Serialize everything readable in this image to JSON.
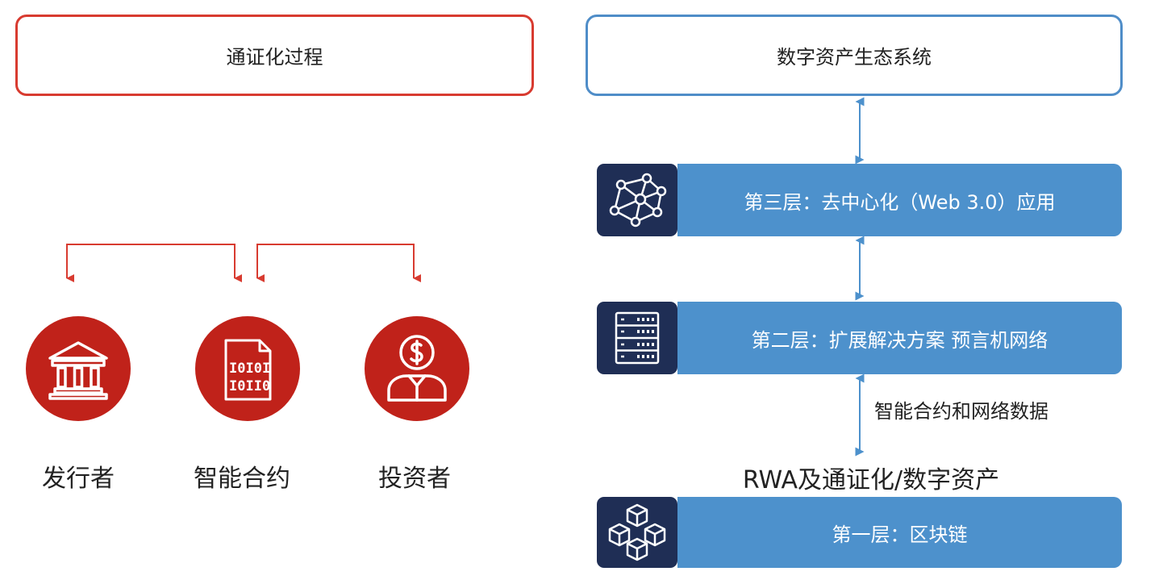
{
  "left": {
    "title": "通证化过程",
    "accent": "#d83b30",
    "roles": [
      {
        "label": "发行者",
        "icon": "bank-icon"
      },
      {
        "label": "智能合约",
        "icon": "binary-document-icon"
      },
      {
        "label": "投资者",
        "icon": "investor-dollar-icon"
      }
    ]
  },
  "right": {
    "title": "数字资产生态系统",
    "accent": "#4f8dc8",
    "layers": [
      {
        "label": "第三层：去中心化（Web 3.0）应用",
        "icon": "network-nodes-icon"
      },
      {
        "label": "第二层：扩展解决方案 预言机网络",
        "icon": "server-rack-icon"
      },
      {
        "label": "第一层：区块链",
        "icon": "blocks-cubes-icon"
      }
    ],
    "connector_label": "智能合约和网络数据",
    "asset_label": "RWA及通证化/数字资产"
  },
  "colors": {
    "red": "#c0221a",
    "blue": "#4d91cc",
    "navy": "#1f2e55"
  }
}
